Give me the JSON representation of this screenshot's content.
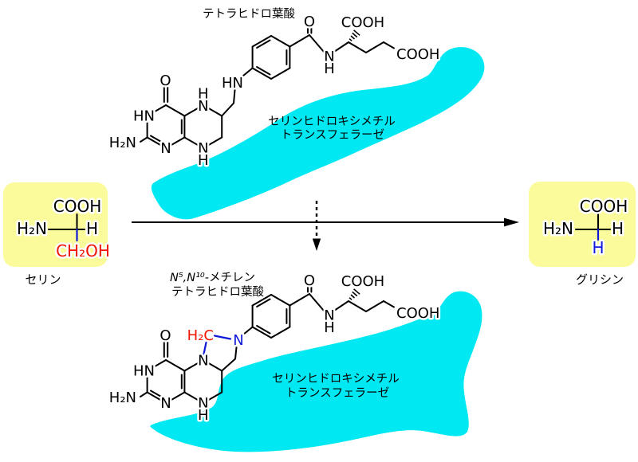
{
  "colors": {
    "enzyme_blob": "#00E8F2",
    "highlight_box": "#FBFB9B",
    "red_accent": "#F11500",
    "blue_accent": "#1019D8",
    "bond_black": "#000000"
  },
  "substrate": {
    "label": "セリン",
    "top": "COOH",
    "left": "H₂N",
    "right": "H",
    "bottom": "CH₂OH"
  },
  "product": {
    "label": "グリシン",
    "top": "COOH",
    "left": "H₂N",
    "right": "H",
    "bottom": "H"
  },
  "enzyme": {
    "line1": "セリンヒドロキシメチル",
    "line2": "トランスフェラーゼ"
  },
  "thf": {
    "title": "テトラヒドロ葉酸",
    "o1": "O",
    "hn": "HN",
    "h2n": "H₂N",
    "n1": "N",
    "n5h": "H",
    "n5": "N",
    "n8": "N",
    "n8h": "H",
    "n10": "HN",
    "o2": "O",
    "amide_n": "N",
    "amide_h": "H",
    "cooh1": "COOH",
    "cooh2": "COOH"
  },
  "mthf": {
    "title1_italic": "N⁵,N¹⁰-",
    "title1_rest": "メチレン",
    "title2": "テトラヒドロ葉酸",
    "bridge": "H₂C",
    "o1": "O",
    "hn": "HN",
    "h2n": "H₂N",
    "n1": "N",
    "n5": "N",
    "n8": "N",
    "n8h": "H",
    "n10": "N",
    "o2": "O",
    "amide_n": "N",
    "amide_h": "H",
    "cooh1": "COOH",
    "cooh2": "COOH"
  }
}
